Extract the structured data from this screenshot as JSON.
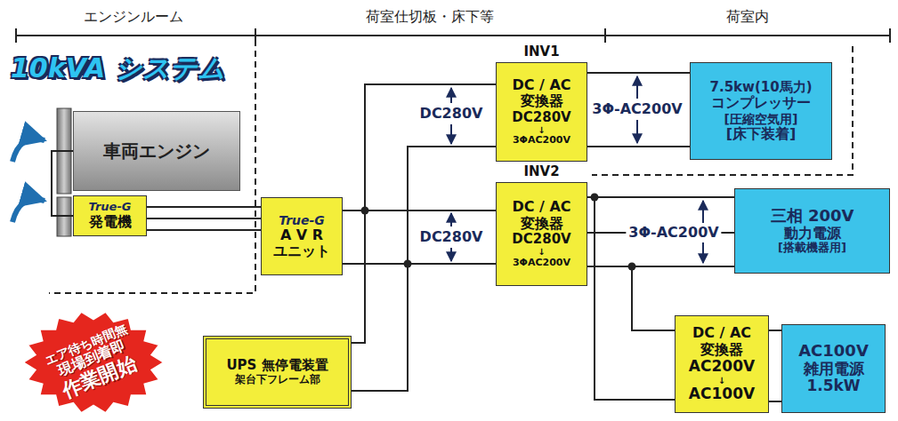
{
  "diagram": {
    "title": "10kVA システム",
    "nodes": [
      {
        "text": [
          "車両エンジン"
        ]
      },
      {
        "text": [
          "True-G",
          "発電機"
        ]
      },
      {
        "text": [
          "True-G",
          "A V R",
          "ユニット"
        ]
      },
      {
        "text": [
          "UPS 無停電装置",
          "架台下フレーム部"
        ]
      },
      {
        "text": [
          "INV1",
          "DC / AC 変換器",
          "DC280V",
          "↓",
          "3ΦAC200V"
        ]
      },
      {
        "text": [
          "7.5kw(10馬力)",
          "コンプレッサー",
          "[圧縮空気用]",
          "[床下装着]"
        ]
      },
      {
        "text": [
          "INV2",
          "DC / AC 変換器",
          "DC280V",
          "↓",
          "3ΦAC200V"
        ]
      },
      {
        "text": [
          "三相 200V",
          "動力電源",
          "[搭載機器用]"
        ]
      },
      {
        "text": [
          "DC / AC 変換器",
          "AC200V",
          "↓",
          "AC100V"
        ]
      },
      {
        "text": [
          "AC100V",
          "雑用電源",
          "1.5kW"
        ]
      },
      {
        "text": [
          "エア待ち時間無",
          "現場到着即",
          "作業開始"
        ]
      }
    ],
    "edges": [
      {
        "from": 0,
        "to": 1,
        "arrow": "none"
      },
      {
        "from": 1,
        "to": 2,
        "arrow": "none"
      },
      {
        "from": 2,
        "to": 4,
        "label": "DC280V",
        "arrow": "none"
      },
      {
        "from": 2,
        "to": 6,
        "label": "DC280V",
        "arrow": "none"
      },
      {
        "from": 3,
        "to": 4,
        "arrow": "none"
      },
      {
        "from": 3,
        "to": 6,
        "arrow": "none"
      },
      {
        "from": 4,
        "to": 5,
        "label": "3Φ-AC200V",
        "arrow": "none"
      },
      {
        "from": 6,
        "to": 7,
        "label": "3Φ-AC200V",
        "arrow": "none"
      },
      {
        "from": 6,
        "to": 8,
        "arrow": "none"
      },
      {
        "from": 8,
        "to": 9,
        "arrow": "none"
      }
    ],
    "labels": [
      "エンジンルーム",
      "荷室仕切板・床下等",
      "荷室内"
    ]
  }
}
